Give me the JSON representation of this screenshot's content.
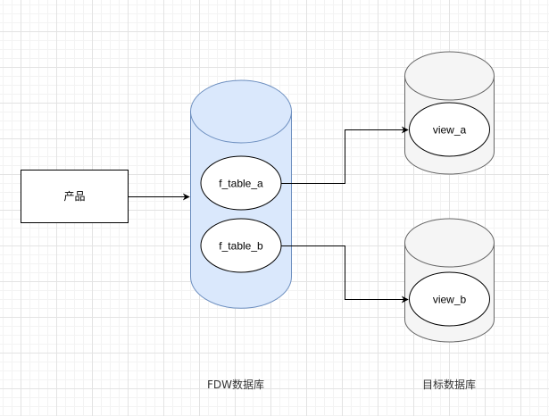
{
  "diagram": {
    "nodes": {
      "product": {
        "label": "产品"
      },
      "fdw_db": {
        "label": "FDW数据库",
        "fill": "#dae8fc",
        "stroke": "#6c8ebf"
      },
      "f_table_a": {
        "label": "f_table_a"
      },
      "f_table_b": {
        "label": "f_table_b"
      },
      "target_db_a": {
        "fill": "#f5f5f5",
        "stroke": "#666666"
      },
      "target_db_b": {
        "fill": "#f5f5f5",
        "stroke": "#666666"
      },
      "view_a": {
        "label": "view_a"
      },
      "view_b": {
        "label": "view_b"
      }
    },
    "captions": {
      "fdw": "FDW数据库",
      "target": "目标数据库"
    },
    "edges": [
      {
        "from": "product",
        "to": "fdw_db"
      },
      {
        "from": "f_table_a",
        "to": "view_a"
      },
      {
        "from": "f_table_b",
        "to": "view_b"
      }
    ]
  }
}
